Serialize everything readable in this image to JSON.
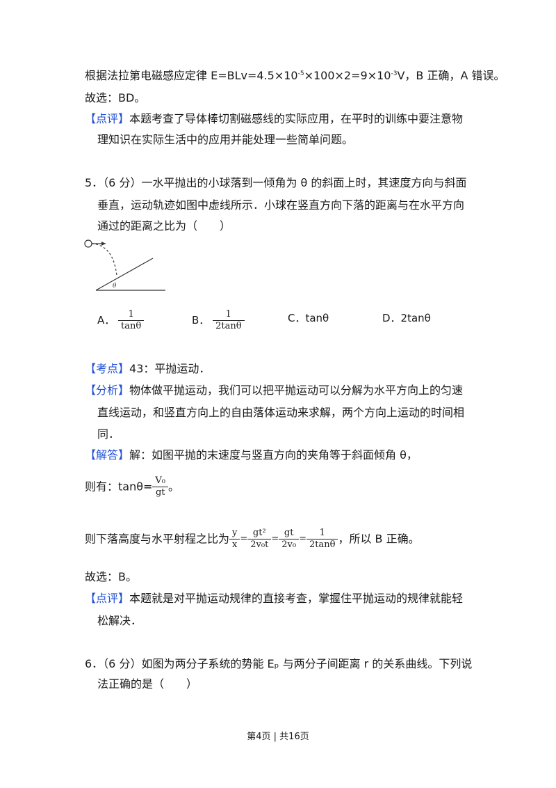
{
  "p1": {
    "line1_a": "根据法拉第电磁感应定律 E=BLv=4.5×10",
    "line1_exp1": "-5",
    "line1_b": "×100×2=9×10",
    "line1_exp2": "-3",
    "line1_c": "V，B 正确，A 错误。",
    "line2": "故选：BD。",
    "review_tag": "【点评】",
    "review_1": "本题考查了导体棒切割磁感线的实际应用，在平时的训练中要注意物",
    "review_2": "理知识在实际生活中的应用并能处理一些简单问题。"
  },
  "q5": {
    "line1": "5．（6 分）一水平抛出的小球落到一倾角为 θ 的斜面上时，其速度方向与斜面",
    "line2": "垂直，运动轨迹如图中虚线所示．小球在竖直方向下落的距离与在水平方向",
    "line3": "通过的距离之比为（　　）",
    "figure_label": "θ",
    "opt_a_label": "A．",
    "opt_a_num": "1",
    "opt_a_den": "tanθ",
    "opt_b_label": "B．",
    "opt_b_num": "1",
    "opt_b_den": "2tanθ",
    "opt_c": "C．tanθ",
    "opt_d": "D．2tanθ"
  },
  "sol5": {
    "kd_tag": "【考点】",
    "kd": "43：平抛运动．",
    "fx_tag": "【分析】",
    "fx_1": "物体做平抛运动，我们可以把平抛运动可以分解为水平方向上的匀速",
    "fx_2": "直线运动，和竖直方向上的自由落体运动来求解，两个方向上运动的时间相",
    "fx_3": "同．",
    "jd_tag": "【解答】",
    "jd": "解：如图平抛的末速度与竖直方向的夹角等于斜面倾角 θ，",
    "then_label": "则有：tanθ=",
    "then_num": "V₀",
    "then_den": "gt",
    "ratio_label": "则下落高度与水平射程之比为",
    "r_f1_num": "y",
    "r_f1_den": "x",
    "r_eq": "=",
    "r_f2_num": "gt²",
    "r_f2_den": "2v₀t",
    "r_f3_num": "gt",
    "r_f3_den": "2v₀",
    "r_f4_num": "1",
    "r_f4_den": "2tanθ",
    "ratio_tail": "，所以 B 正确。",
    "choose": "故选：B。",
    "review_tag": "【点评】",
    "review_1": "本题就是对平抛运动规律的直接考查，掌握住平抛运动的规律就能轻",
    "review_2": "松解决．"
  },
  "q6": {
    "line1": "6．（6 分）如图为两分子系统的势能 Eₚ 与两分子间距离 r 的关系曲线。下列说",
    "line2": "法正确的是（　　）"
  },
  "footer": "第4页 | 共16页"
}
